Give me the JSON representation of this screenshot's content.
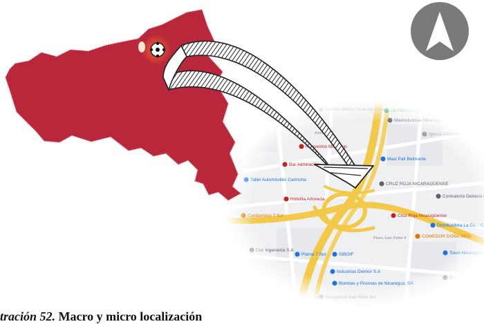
{
  "caption": {
    "lead": "tración 52.",
    "title": "Macro y micro localización"
  },
  "compass": {
    "icon": "north-arrow-icon",
    "color": "#7a7a7a"
  },
  "macro_map": {
    "region_color": "#b8283a",
    "marker_icon": "location-marker-icon",
    "marker_glow": "#e0502a"
  },
  "arrow": {
    "icon": "curved-arrow-icon",
    "hatch": "#333333"
  },
  "micro_map": {
    "road_color": "#f3c94a",
    "places": [
      {
        "label": "Instituto Biblico Nicaragüense",
        "kind": "place",
        "color": "#9aa0a6"
      },
      {
        "label": "OLYMPUS Gym - Gimnasio",
        "kind": "fitness",
        "color": "#1e8e3e"
      },
      {
        "label": "Maxindustrias Nicaragüe Fabrica de plástico",
        "kind": "industry",
        "color": "#5f6368"
      },
      {
        "label": "Iglesia Belmonte",
        "kind": "church",
        "color": "#9aa0a6"
      },
      {
        "label": "Maxi Palí Belmonte",
        "kind": "shop",
        "color": "#1a73e8"
      },
      {
        "label": "Repuestos Motostop",
        "kind": "store",
        "color": "#c5221f"
      },
      {
        "label": "Avenida 21",
        "kind": "street",
        "color": "#1a73e8"
      },
      {
        "label": "Bar Admiración",
        "kind": "bar",
        "color": "#c5221f"
      },
      {
        "label": "Taller Automóviles Carmona",
        "kind": "service",
        "color": "#1a73e8"
      },
      {
        "label": "CRUZ ROJA NICARAGÜENSE",
        "kind": "place",
        "color": "#5f6368"
      },
      {
        "label": "Contraloría General de la República de Nicaragua",
        "kind": "gov",
        "color": "#5f6368"
      },
      {
        "label": "Hotelita Arboleda",
        "kind": "hotel",
        "color": "#c5221f"
      },
      {
        "label": "Condominio 7 Sur",
        "kind": "building",
        "color": "#e37400"
      },
      {
        "label": "Cruz Roja Nicaragüense",
        "kind": "place",
        "color": "#c5221f"
      },
      {
        "label": "Distribuidora La Cu... Centro comercial",
        "kind": "mall",
        "color": "#1a73e8"
      },
      {
        "label": "COMEDOR DOÑA XIOA",
        "kind": "food",
        "color": "#e37400"
      },
      {
        "label": "Plaza Juan Pablo II",
        "kind": "street",
        "color": "#8a8f98"
      },
      {
        "label": "Tours Nicaragua",
        "kind": "travel",
        "color": "#1a73e8"
      },
      {
        "label": "Cnc Ingeniería S.A",
        "kind": "company",
        "color": "#5f6368"
      },
      {
        "label": "Plama 7 Sur",
        "kind": "place",
        "color": "#1a73e8"
      },
      {
        "label": "SIBOIF",
        "kind": "gov",
        "color": "#1a73e8"
      },
      {
        "label": "Industrias Delmor S.A",
        "kind": "industry",
        "color": "#1a73e8"
      },
      {
        "label": "Bombas y Piscinas de Nicaragua, SA",
        "kind": "shop",
        "color": "#1a73e8"
      },
      {
        "label": "Delegacion Iraq Siete Sur",
        "kind": "gov",
        "color": "#8a8f98"
      },
      {
        "label": "Banco Centroam...",
        "kind": "bank",
        "color": "#5f6368"
      }
    ]
  }
}
